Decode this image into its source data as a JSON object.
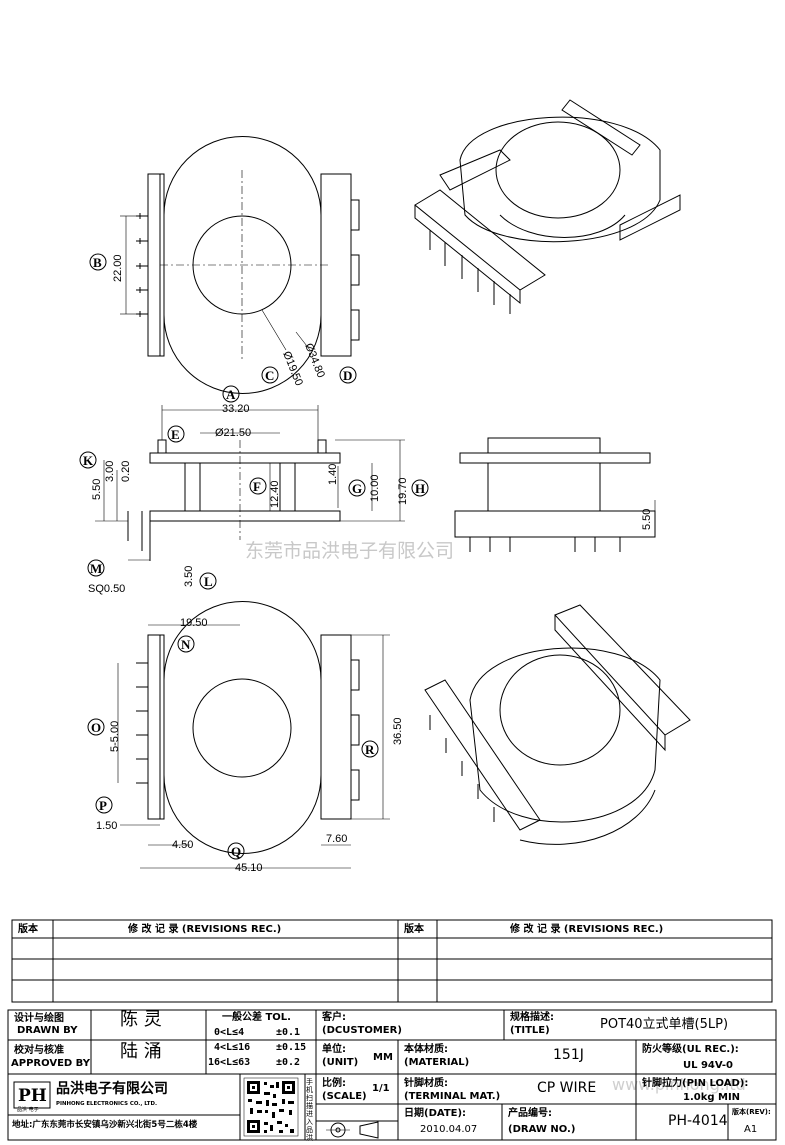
{
  "watermark": {
    "text": "东莞市品洪电子有限公司",
    "url": "www.pinhong.ltd"
  },
  "dims": {
    "d_2200": "22.00",
    "d_1950": "Ø19.50",
    "d_3480": "Ø34.80",
    "d_3320": "33.20",
    "d_2150": "Ø21.50",
    "d_1240": "12.40",
    "d_140": "1.40",
    "d_1000": "10.00",
    "d_1970": "19.70",
    "d_550a": "5.50",
    "d_300": "3.00",
    "d_020": "0.20",
    "d_sq": "SQ0.50",
    "d_350": "3.50",
    "d_550b": "5.50",
    "d_1950b": "19.50",
    "d_5x500": "5-5.00",
    "d_3650": "36.50",
    "d_150": "1.50",
    "d_450": "4.50",
    "d_760": "7.60",
    "d_4510": "45.10"
  },
  "labels": {
    "A": "A",
    "B": "B",
    "C": "C",
    "D": "D",
    "E": "E",
    "F": "F",
    "G": "G",
    "H": "H",
    "K": "K",
    "L": "L",
    "M": "M",
    "N": "N",
    "O": "O",
    "P": "P",
    "Q": "Q",
    "R": "R"
  },
  "revisions": {
    "col_rev": "版本",
    "col_rec": "修 改 记 录 (REVISIONS REC.)"
  },
  "title_block": {
    "design_cn": "设计与绘图",
    "design_en": "DRAWN BY",
    "designer": "陈 灵",
    "check_cn": "校对与核准",
    "check_en": "APPROVED BY",
    "checker": "陆 涌",
    "tol_title": "一般公差 TOL.",
    "tol_rows": [
      {
        "range": "0<L≤4",
        "val": "±0.1"
      },
      {
        "range": "4<L≤16",
        "val": "±0.15"
      },
      {
        "range": "16<L≤63",
        "val": "±0.2"
      }
    ],
    "customer_cn": "客户:",
    "customer_en": "(DCUSTOMER)",
    "spec_cn": "规格描述:",
    "spec_en": "(TITLE)",
    "spec_value": "POT40立式单槽(5LP)",
    "unit_cn": "单位:",
    "unit_en": "(UNIT)",
    "unit_value": "MM",
    "material_cn": "本体材质:",
    "material_en": "(MATERIAL)",
    "material_value": "151J",
    "fire_cn": "防火等级(UL REC.):",
    "fire_value": "UL 94V-0",
    "scale_cn": "比例:",
    "scale_en": "(SCALE)",
    "scale_value": "1/1",
    "pinmat_cn": "针脚材质:",
    "pinmat_en": "(TERMINAL MAT.)",
    "pinmat_value": "CP WIRE",
    "pinload_cn": "针脚拉力(PIN LOAD):",
    "pinload_value": "1.0kg MIN",
    "date_cn": "日期(DATE):",
    "date_value": "2010.04.07",
    "drawno_cn": "产品编号:",
    "drawno_en": "(DRAW NO.)",
    "drawno_value": "PH-4014",
    "rev_cn": "版本(REV):",
    "rev_value": "A1",
    "company_cn": "品洪电子有限公司",
    "company_en": "PINHONG ELECTRONICS CO., LTD.",
    "logo_text": "PH",
    "logo_sub": "品洪 电子",
    "qr_side": "手机扫描进入品洪",
    "address": "地址:广东东莞市长安镇乌沙新兴北街5号二栋4楼"
  }
}
